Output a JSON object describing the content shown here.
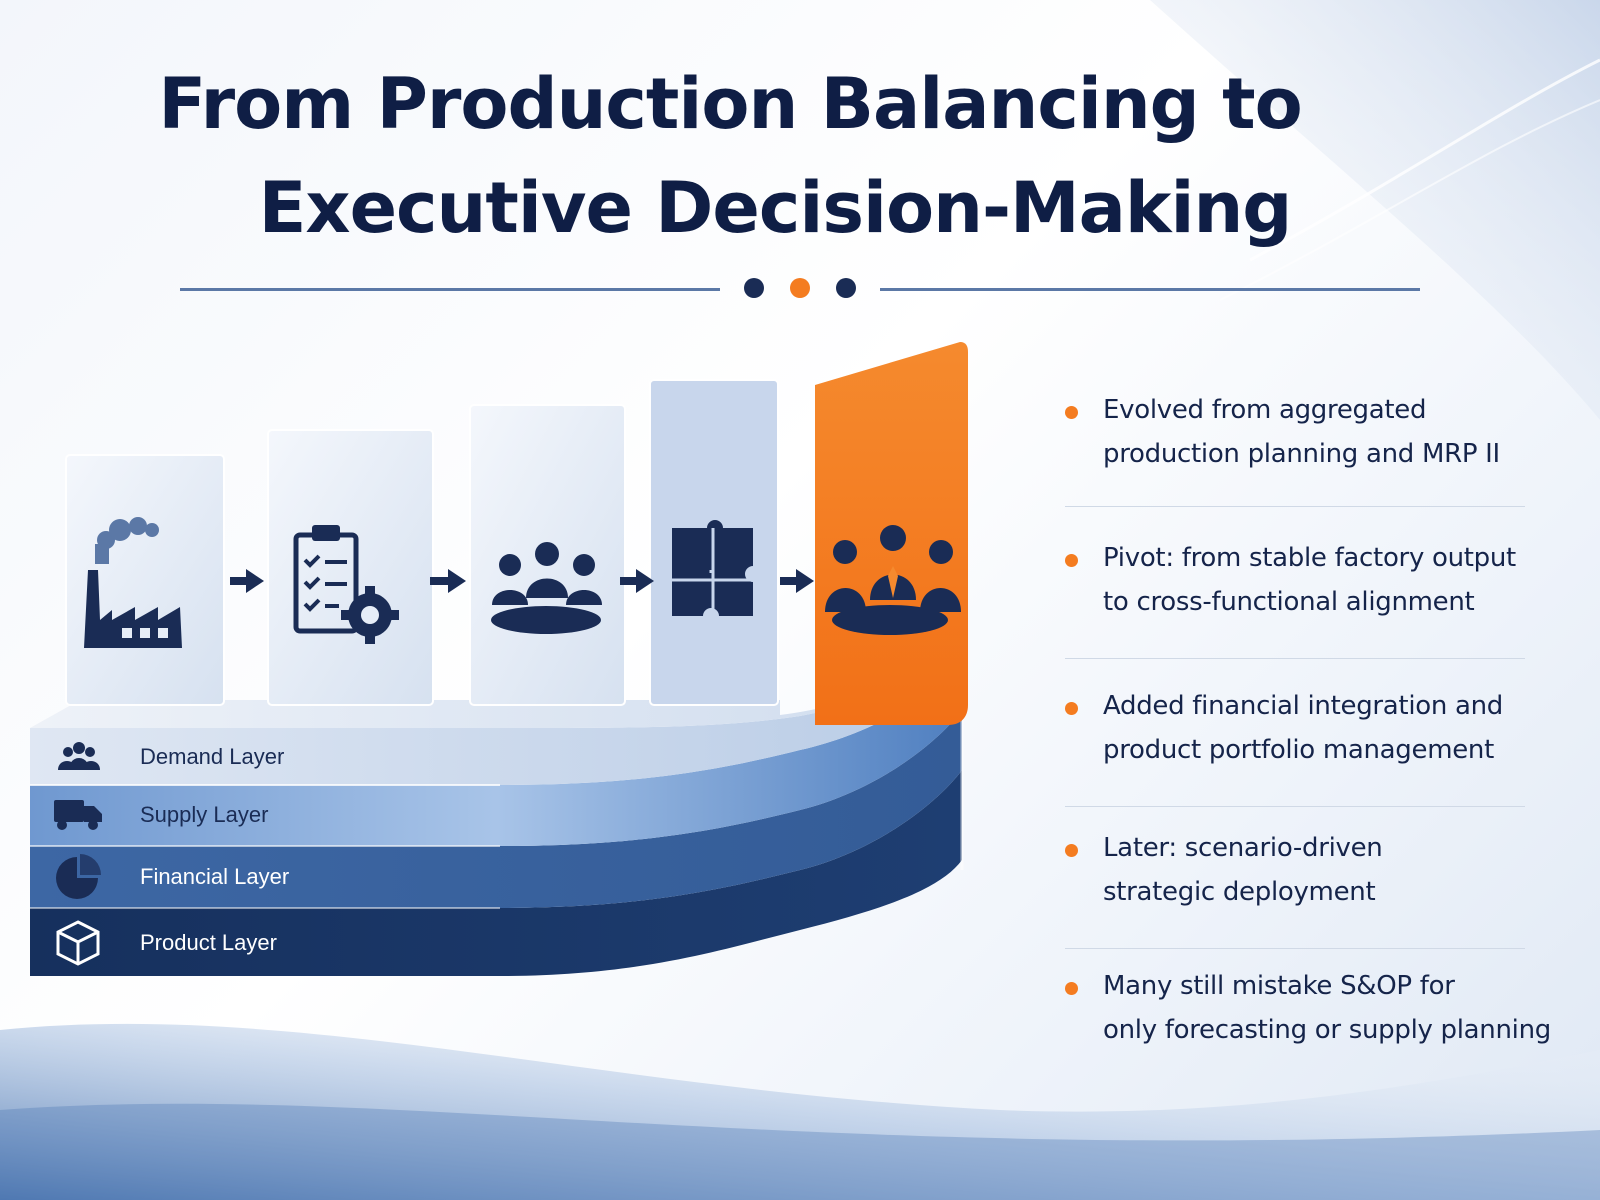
{
  "title": {
    "line1": "From Production Balancing to",
    "line2": "Executive Decision-Making"
  },
  "colors": {
    "navy": "#0f1e45",
    "accent_orange": "#f47c20",
    "card_light": "#e6edf7",
    "demand_layer": "#e9eef6",
    "supply_layer": "#8fb2e0",
    "financial_layer": "#4a74b0",
    "product_layer": "#1b3a6b"
  },
  "process_steps": [
    {
      "icon": "factory-icon"
    },
    {
      "icon": "checklist-gear-icon"
    },
    {
      "icon": "team-meeting-icon"
    },
    {
      "icon": "puzzle-icon"
    },
    {
      "icon": "executive-meeting-icon",
      "highlighted": true
    }
  ],
  "layers": [
    {
      "label": "Demand Layer",
      "icon": "people-icon"
    },
    {
      "label": "Supply Layer",
      "icon": "truck-icon"
    },
    {
      "label": "Financial Layer",
      "icon": "pie-chart-icon"
    },
    {
      "label": "Product Layer",
      "icon": "box-icon"
    }
  ],
  "bullets": [
    {
      "line1": "Evolved from aggregated",
      "line2": "production planning and MRP II"
    },
    {
      "line1": "Pivot: from stable factory output",
      "line2": "to cross-functional alignment"
    },
    {
      "line1": "Added financial integration and",
      "line2": "product portfolio management"
    },
    {
      "line1": "Later: scenario-driven",
      "line2": "strategic deployment"
    },
    {
      "line1": "Many still mistake S&OP for",
      "line2": "only forecasting or supply planning"
    }
  ]
}
